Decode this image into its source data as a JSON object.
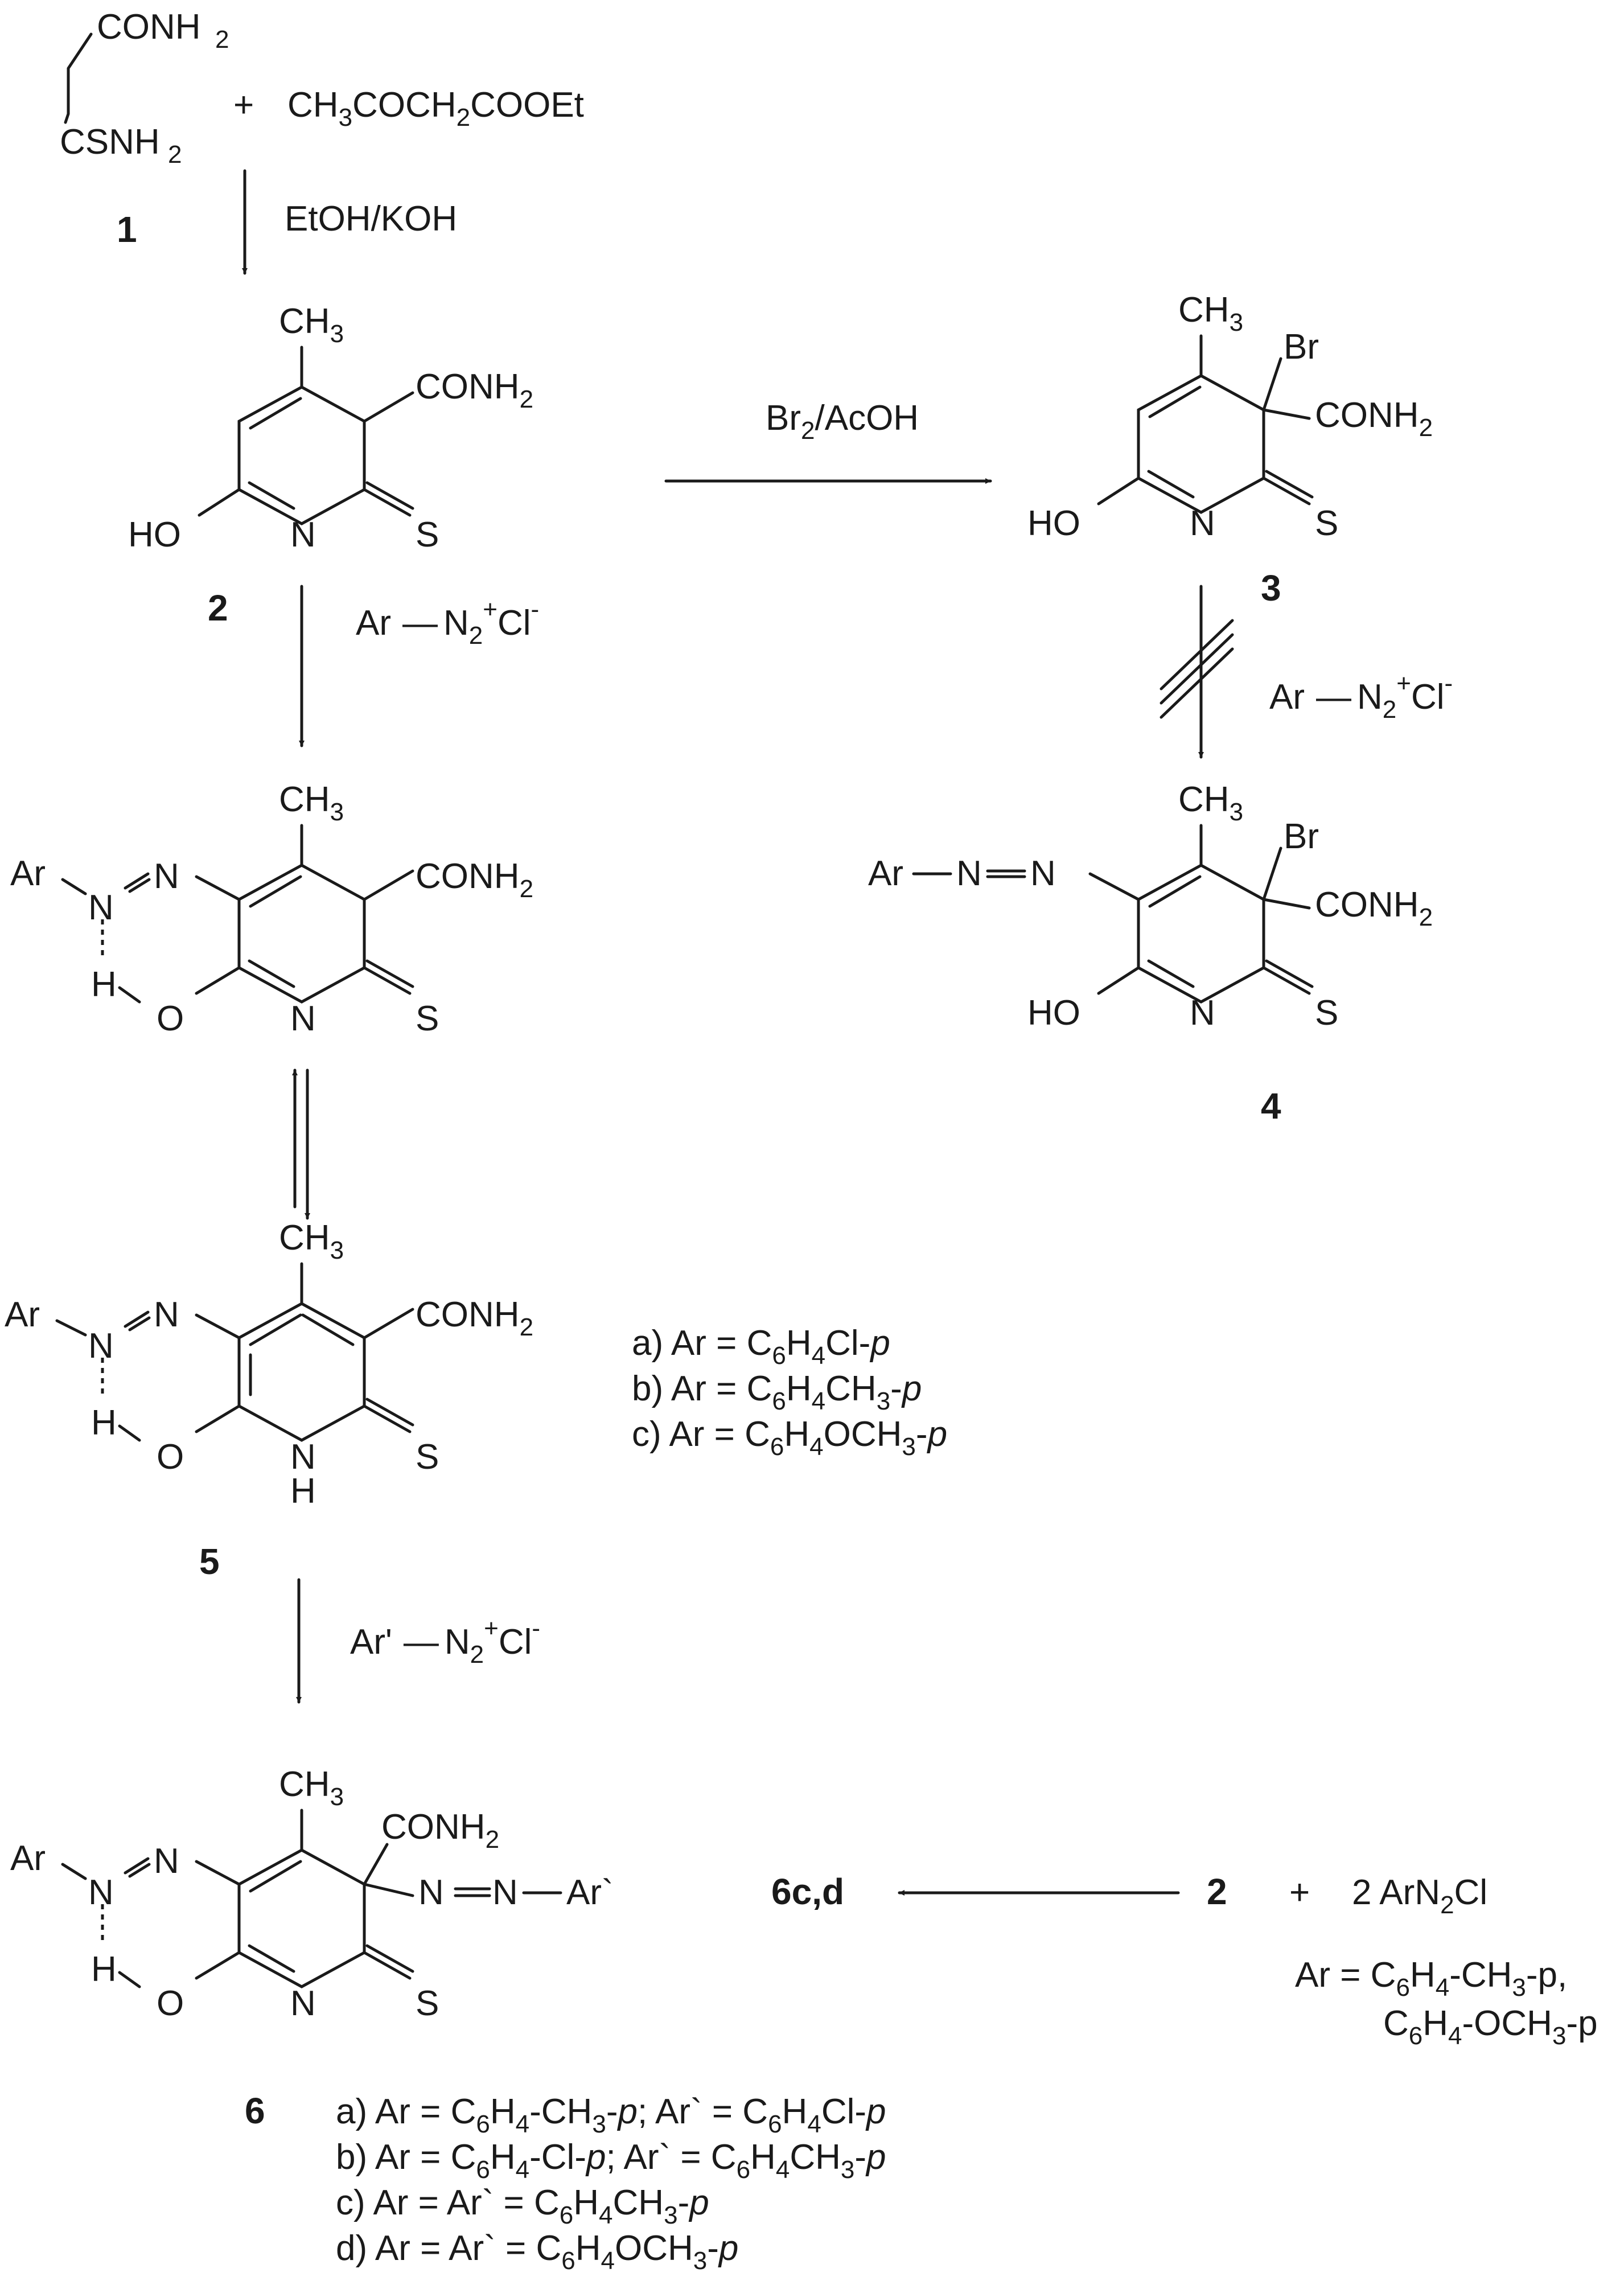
{
  "reagents": {
    "start_top": "CONH",
    "start_bottom": "CSNH",
    "plus": "+",
    "acetoacetate": "CH3COCH2COOEt",
    "step1": "EtOH/KOH",
    "bromination": "Br2/AcOH",
    "diazonium": "Ar—N2+Cl-",
    "diazonium2": "Ar'—N2+Cl-",
    "second_plus": "+",
    "two_arn2cl": "2 ArN2Cl"
  },
  "atoms": {
    "ch3": "CH3",
    "conh2": "CONH2",
    "ho": "HO",
    "h": "H",
    "o": "O",
    "n": "N",
    "s": "S",
    "br": "Br",
    "ar": "Ar",
    "ar_prime": "Ar`",
    "nh": "H"
  },
  "compounds": {
    "c1": "1",
    "c2": "2",
    "c3": "3",
    "c4": "4",
    "c5": "5",
    "c6": "6",
    "c6cd": "6c,d",
    "c2_right": "2"
  },
  "substituents_5": [
    "a) Ar = C6H4Cl-p",
    "b) Ar = C6H4CH3-p",
    "c) Ar = C6H4OCH3-p"
  ],
  "substituents_6": [
    "a) Ar = C6H4-CH3-p; Ar` = C6H4Cl-p",
    "b) Ar = C6H4-Cl-p; Ar` = C6H4CH3-p",
    "c) Ar = Ar` = C6H4CH3-p",
    "d) Ar = Ar` = C6H4OCH3-p"
  ],
  "ar_definition": [
    "Ar = C6H4-CH3-p,",
    "C6H4-OCH3-p"
  ]
}
